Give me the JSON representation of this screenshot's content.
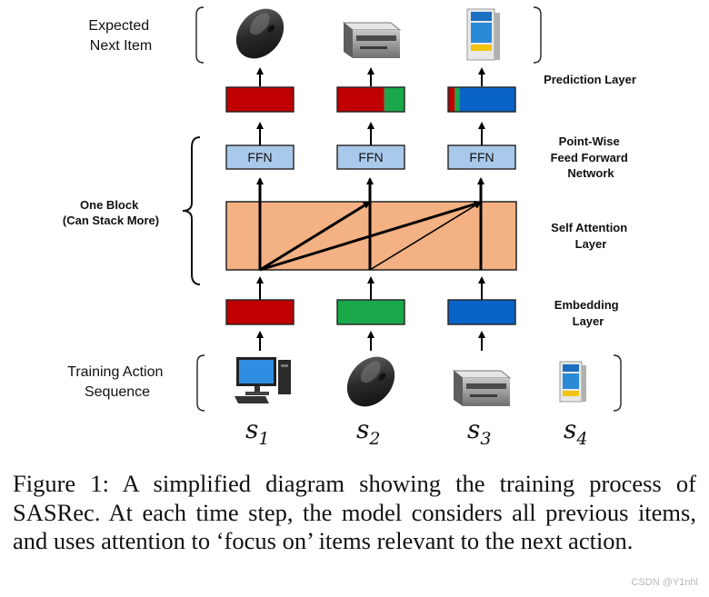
{
  "labels": {
    "expected_next_item": [
      "Expected",
      "Next Item"
    ],
    "training_sequence": [
      "Training Action",
      "Sequence"
    ],
    "one_block": [
      "One Block",
      "(Can Stack More)"
    ],
    "prediction_layer": [
      "Prediction Layer"
    ],
    "ffn_layer": [
      "Point-Wise",
      "Feed Forward",
      "Network"
    ],
    "self_attention_layer": [
      "Self Attention",
      "Layer"
    ],
    "embedding_layer": [
      "Embedding",
      "Layer"
    ]
  },
  "ffn_box_label": "FFN",
  "sequence": [
    {
      "letter": "s",
      "sub": "1",
      "item": "desktop-computer"
    },
    {
      "letter": "s",
      "sub": "2",
      "item": "computer-mouse"
    },
    {
      "letter": "s",
      "sub": "3",
      "item": "laser-printer"
    },
    {
      "letter": "s",
      "sub": "4",
      "item": "ink-cartridge-box"
    }
  ],
  "predicted_items": [
    "computer-mouse",
    "laser-printer",
    "ink-cartridge-box"
  ],
  "colors": {
    "red": "#c00000",
    "green": "#1aa84a",
    "blue": "#0a63c6",
    "ffn_fill": "#a9c9ea",
    "attention_fill": "#f4b183"
  },
  "embedding_colors": [
    "red",
    "green",
    "blue"
  ],
  "prediction_mix": [
    [
      [
        "red",
        1.0
      ]
    ],
    [
      [
        "red",
        0.7
      ],
      [
        "green",
        0.3
      ]
    ],
    [
      [
        "red",
        0.1
      ],
      [
        "green",
        0.07
      ],
      [
        "blue",
        0.83
      ]
    ]
  ],
  "caption": "Figure 1: A simplified diagram showing the training process of SASRec. At each time step, the model considers all previous items, and uses attention to ‘focus on’ items relevant to the next action.",
  "watermark": "CSDN @Y1nhl"
}
